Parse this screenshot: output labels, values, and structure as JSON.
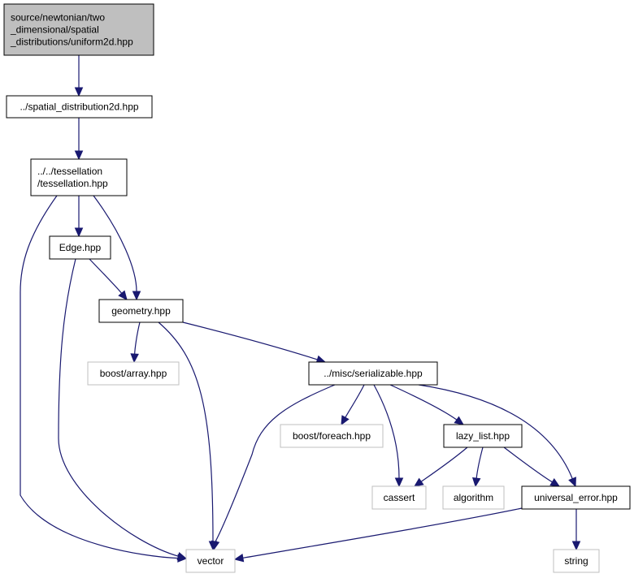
{
  "graph": {
    "nodes": [
      {
        "id": "root",
        "lines": [
          "source/newtonian/two",
          "_dimensional/spatial",
          "_distributions/uniform2d.hpp"
        ],
        "kind": "root"
      },
      {
        "id": "spatial",
        "lines": [
          "../spatial_distribution2d.hpp"
        ],
        "kind": "local"
      },
      {
        "id": "tess",
        "lines": [
          "../../tessellation",
          "/tessellation.hpp"
        ],
        "kind": "local"
      },
      {
        "id": "edge",
        "lines": [
          "Edge.hpp"
        ],
        "kind": "local"
      },
      {
        "id": "geometry",
        "lines": [
          "geometry.hpp"
        ],
        "kind": "local"
      },
      {
        "id": "boostarray",
        "lines": [
          "boost/array.hpp"
        ],
        "kind": "system"
      },
      {
        "id": "serializable",
        "lines": [
          "../misc/serializable.hpp"
        ],
        "kind": "local"
      },
      {
        "id": "boostforeach",
        "lines": [
          "boost/foreach.hpp"
        ],
        "kind": "system"
      },
      {
        "id": "lazylist",
        "lines": [
          "lazy_list.hpp"
        ],
        "kind": "local"
      },
      {
        "id": "cassert",
        "lines": [
          "cassert"
        ],
        "kind": "system"
      },
      {
        "id": "algorithm",
        "lines": [
          "algorithm"
        ],
        "kind": "system"
      },
      {
        "id": "univerr",
        "lines": [
          "universal_error.hpp"
        ],
        "kind": "local"
      },
      {
        "id": "vector",
        "lines": [
          "vector"
        ],
        "kind": "system"
      },
      {
        "id": "string",
        "lines": [
          "string"
        ],
        "kind": "system"
      }
    ],
    "edges": [
      {
        "from": "root",
        "to": "spatial"
      },
      {
        "from": "spatial",
        "to": "tess"
      },
      {
        "from": "tess",
        "to": "edge"
      },
      {
        "from": "tess",
        "to": "geometry"
      },
      {
        "from": "tess",
        "to": "vector"
      },
      {
        "from": "edge",
        "to": "geometry"
      },
      {
        "from": "edge",
        "to": "vector"
      },
      {
        "from": "geometry",
        "to": "boostarray"
      },
      {
        "from": "geometry",
        "to": "serializable"
      },
      {
        "from": "geometry",
        "to": "vector"
      },
      {
        "from": "serializable",
        "to": "vector"
      },
      {
        "from": "serializable",
        "to": "boostforeach"
      },
      {
        "from": "serializable",
        "to": "cassert"
      },
      {
        "from": "serializable",
        "to": "lazylist"
      },
      {
        "from": "serializable",
        "to": "univerr"
      },
      {
        "from": "lazylist",
        "to": "cassert"
      },
      {
        "from": "lazylist",
        "to": "algorithm"
      },
      {
        "from": "lazylist",
        "to": "univerr"
      },
      {
        "from": "univerr",
        "to": "vector"
      },
      {
        "from": "univerr",
        "to": "string"
      }
    ],
    "colors": {
      "edge": "#191970",
      "root_fill": "#bfbfbf",
      "system_border": "#bfbfbf",
      "local_border": "#000000"
    }
  }
}
